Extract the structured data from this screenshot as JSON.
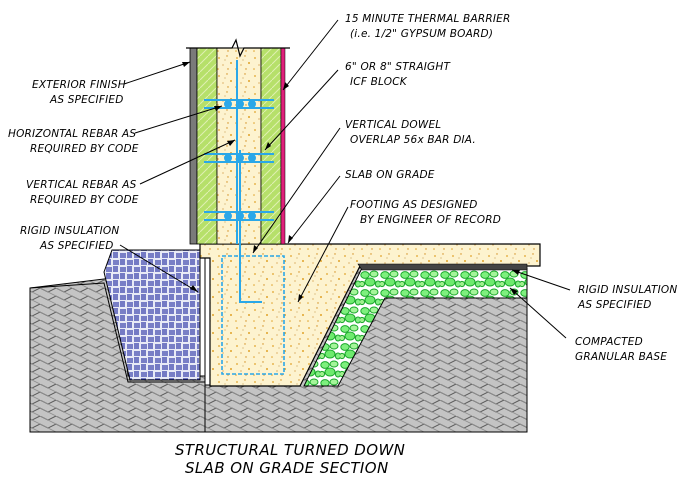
{
  "title": {
    "line1": "STRUCTURAL TURNED DOWN",
    "line2": "SLAB ON GRADE SECTION"
  },
  "callouts": {
    "thermal_barrier": {
      "line1": "15 MINUTE THERMAL BARRIER",
      "line2": "(i.e. 1/2\" GYPSUM BOARD)"
    },
    "icf_block": {
      "line1": "6\" OR 8\" STRAIGHT",
      "line2": "ICF BLOCK"
    },
    "vertical_dowel": {
      "line1": "VERTICAL DOWEL",
      "line2": "OVERLAP 56x BAR DIA."
    },
    "slab_on_grade": {
      "line1": "SLAB ON GRADE"
    },
    "footing": {
      "line1": "FOOTING AS DESIGNED",
      "line2": "BY ENGINEER OF RECORD"
    },
    "exterior_finish": {
      "line1": "EXTERIOR FINISH",
      "line2": "AS SPECIFIED"
    },
    "horizontal_rebar": {
      "line1": "HORIZONTAL REBAR AS",
      "line2": "REQUIRED BY CODE"
    },
    "vertical_rebar": {
      "line1": "VERTICAL REBAR AS",
      "line2": "REQUIRED BY CODE"
    },
    "rigid_insulation_left": {
      "line1": "RIGID INSULATION",
      "line2": "AS SPECIFIED"
    },
    "rigid_insulation_right": {
      "line1": "RIGID INSULATION",
      "line2": "AS SPECIFIED"
    },
    "granular_base": {
      "line1": "COMPACTED",
      "line2": "GRANULAR BASE"
    }
  },
  "colors": {
    "concrete": "#fdf3cf",
    "concrete_speckle": "#e0a32a",
    "foam_green": "#b6e06a",
    "foam_light": "#dff0b2",
    "rebar": "#2aa7e8",
    "gypsum": "#e0207a",
    "exterior_finish": "#7a7a7a",
    "earth_fill": "#c4c4c4",
    "insulation_blue": "#2f38a6",
    "gravel_green": "#3ee04a"
  }
}
